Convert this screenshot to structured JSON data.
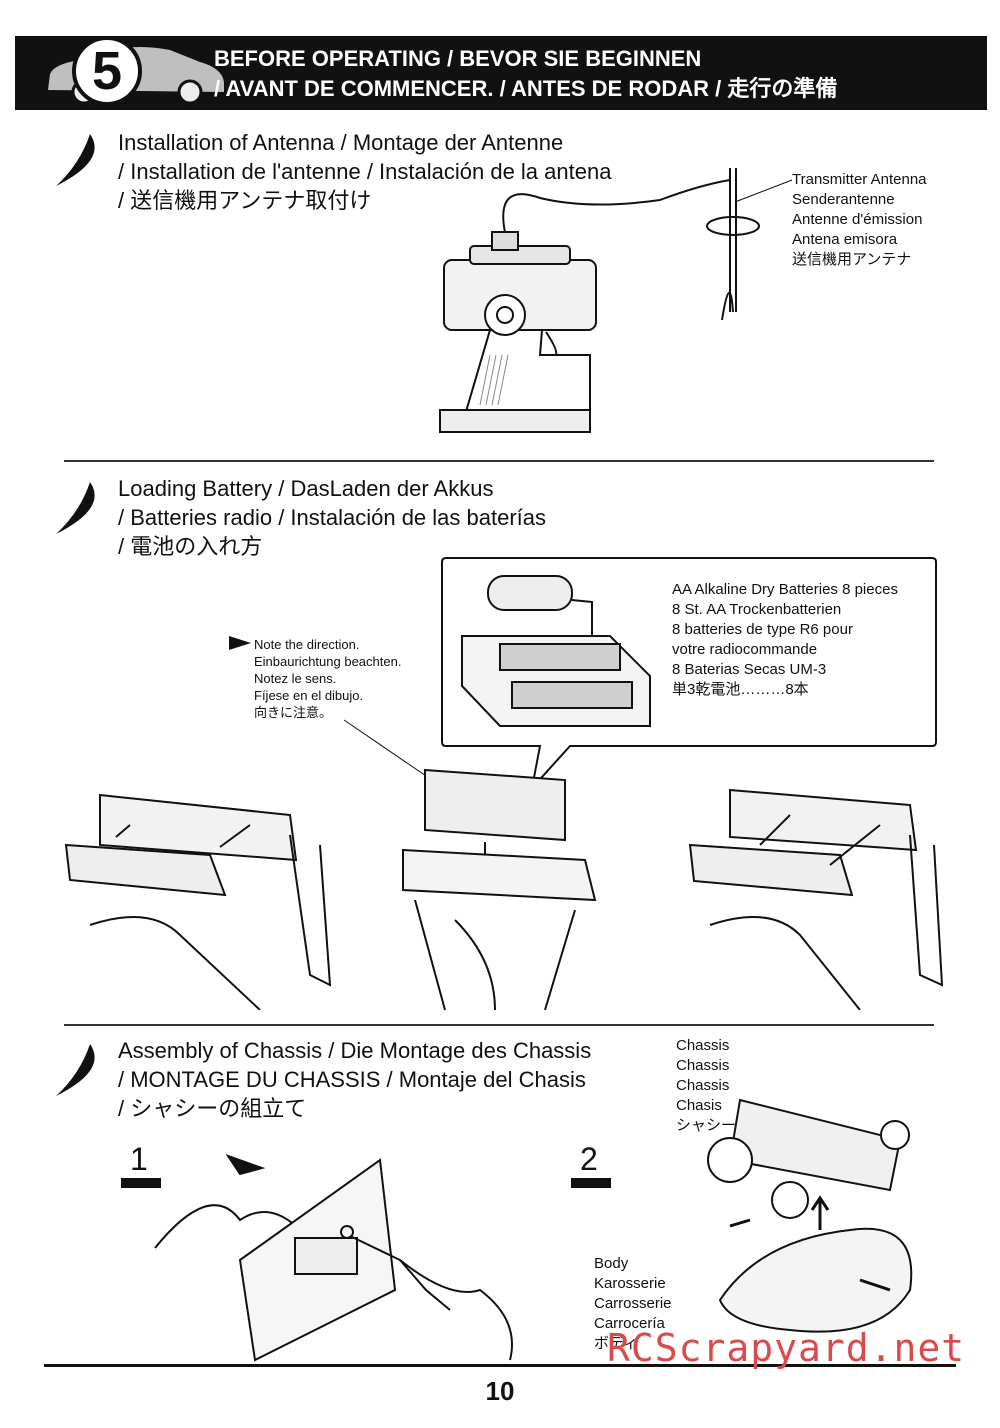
{
  "header": {
    "step_number": "5",
    "line1": "BEFORE OPERATING  / BEVOR SIE BEGINNEN",
    "line2": "/ AVANT DE COMMENCER. / ANTES DE RODAR  / 走行の準備"
  },
  "antenna": {
    "title": [
      "Installation of Antenna / Montage der Antenne",
      "/ Installation de l'antenne / Instalación de la antena",
      "/ 送信機用アンテナ取付け"
    ],
    "label": [
      "Transmitter Antenna",
      "Senderantenne",
      "Antenne d'émission",
      "Antena emisora",
      "送信機用アンテナ"
    ]
  },
  "battery": {
    "title": [
      "Loading Battery / DasLaden der Akkus",
      "/ Batteries radio / Instalación de las baterías",
      "/ 電池の入れ方"
    ],
    "batteries_label": [
      "AA Alkaline Dry Batteries   8 pieces",
      "8 St. AA Trockenbatterien",
      "8 batteries de type R6 pour",
      "votre radiocommande",
      "8 Baterias Secas UM-3",
      "単3乾電池………8本"
    ],
    "direction_note": [
      "Note the direction.",
      "Einbaurichtung beachten.",
      "Notez le sens.",
      "Fíjese en el dibujo.",
      "向きに注意。"
    ]
  },
  "chassis": {
    "title": [
      "Assembly of Chassis / Die Montage des Chassis",
      "/ MONTAGE DU CHASSIS / Montaje del Chasis",
      "/ シャシーの組立て"
    ],
    "step1": "1",
    "step2": "2",
    "chassis_label": [
      "Chassis",
      "Chassis",
      "Chassis",
      "Chasis",
      "シャシー"
    ],
    "body_label": [
      "Body",
      "Karosserie",
      "Carrosserie",
      "Carrocería",
      "ボディ"
    ]
  },
  "page_number": "10",
  "watermark": "RCScrapyard.net"
}
